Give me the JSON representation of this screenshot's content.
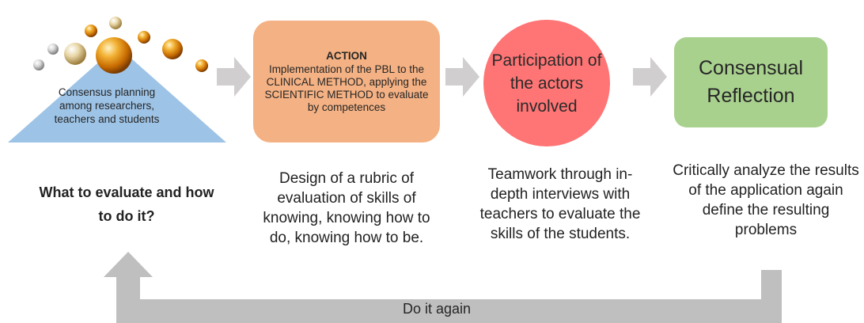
{
  "pyramid": {
    "text": "Consensus planning among researchers, teachers and students"
  },
  "action_box": {
    "heading": "ACTION",
    "body": "Implementation of the PBL to the CLINICAL METHOD, applying the SCIENTIFIC METHOD to evaluate by competences"
  },
  "circle": {
    "text": "Participation of the actors involved"
  },
  "reflection_box": {
    "text": "Consensual Reflection"
  },
  "descriptions": {
    "step1": "What to evaluate and how to do it?",
    "step2": "Design of a rubric of evaluation of skills of knowing, knowing how to do, knowing how to be.",
    "step3": "Teamwork through in-depth interviews with teachers to evaluate the skills of the students.",
    "step4": "Critically analyze the results of the application again define the resulting problems"
  },
  "loop": {
    "label": "Do it again"
  },
  "colors": {
    "pyramid": "#9dc3e6",
    "action": "#f4b183",
    "participation": "#ff7474",
    "reflection": "#a9d18e",
    "arrow": "#d0cece",
    "loop_arrow": "#bfbfbf"
  }
}
